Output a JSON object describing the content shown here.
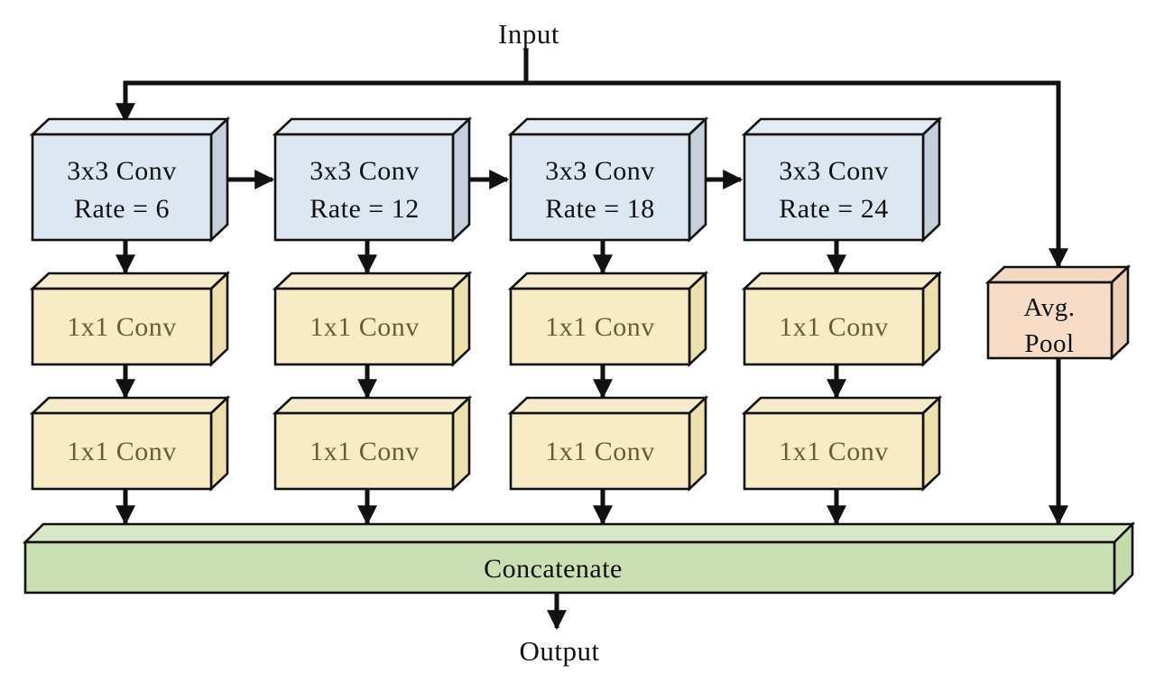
{
  "diagram": {
    "input_label": "Input",
    "output_label": "Output",
    "concatenate_label": "Concatenate",
    "avg_pool": {
      "line1": "Avg.",
      "line2": "Pool"
    },
    "branches": [
      {
        "conv": "3x3 Conv",
        "rate": "Rate = 6",
        "pointwise1": "1x1 Conv",
        "pointwise2": "1x1 Conv"
      },
      {
        "conv": "3x3 Conv",
        "rate": "Rate = 12",
        "pointwise1": "1x1 Conv",
        "pointwise2": "1x1 Conv"
      },
      {
        "conv": "3x3 Conv",
        "rate": "Rate = 18",
        "pointwise1": "1x1 Conv",
        "pointwise2": "1x1 Conv"
      },
      {
        "conv": "3x3 Conv",
        "rate": "Rate = 24",
        "pointwise1": "1x1 Conv",
        "pointwise2": "1x1 Conv"
      }
    ]
  },
  "colors": {
    "conv3x3_front": "#dce7f2",
    "conv3x3_top": "#e3ecf5",
    "conv3x3_side": "#c6cfdc",
    "conv1x1_front": "#f8ecc6",
    "conv1x1_top": "#f6eccb",
    "conv1x1_side": "#eddfae",
    "conv1x1_text": "#6b5c33",
    "avg_pool_front": "#f7dcc7",
    "avg_pool_top": "#f4d8c2",
    "avg_pool_side": "#eccfb6",
    "concatenate_front": "#cadfb4",
    "concatenate_top": "#d8e7c8",
    "concatenate_side": "#c3dbad",
    "wire": "#111111",
    "text": "#111111"
  }
}
